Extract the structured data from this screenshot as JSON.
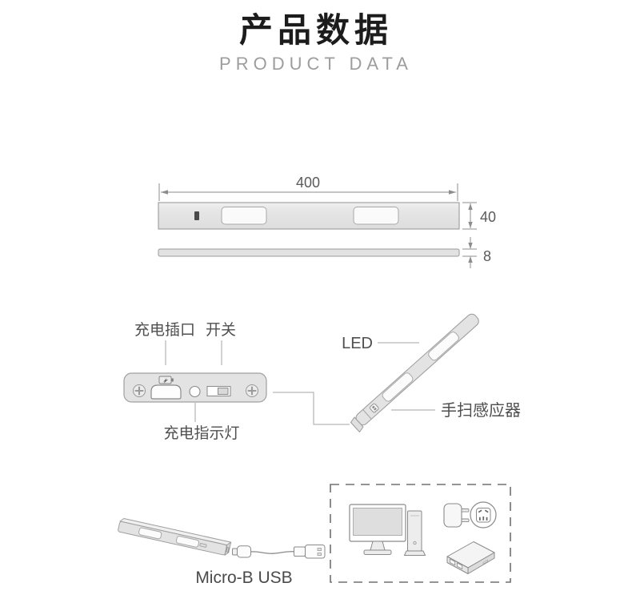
{
  "header": {
    "title": "产品数据",
    "subtitle": "PRODUCT DATA"
  },
  "dimension_diagram": {
    "length_mm": "400",
    "height_mm": "40",
    "thickness_mm": "8"
  },
  "end_view": {
    "charging_port_label": "充电插口",
    "switch_label": "开关",
    "charge_indicator_label": "充电指示灯"
  },
  "angled_view": {
    "led_label": "LED",
    "hand_sweep_sensor_label": "手扫感应器"
  },
  "usb_section": {
    "cable_label": "Micro-B USB"
  },
  "power_sources": {
    "icons": [
      "computer-icon",
      "power-adapter-icon",
      "wall-socket-icon",
      "power-bank-icon"
    ]
  },
  "colors": {
    "title": "#1c1c1c",
    "subtitle": "#9d9d9d",
    "label_text": "#4f4f4f",
    "dimension_text": "#5a5a5a",
    "line_art": "#9a9a9a",
    "bar_fill": "#e4e4e4"
  }
}
